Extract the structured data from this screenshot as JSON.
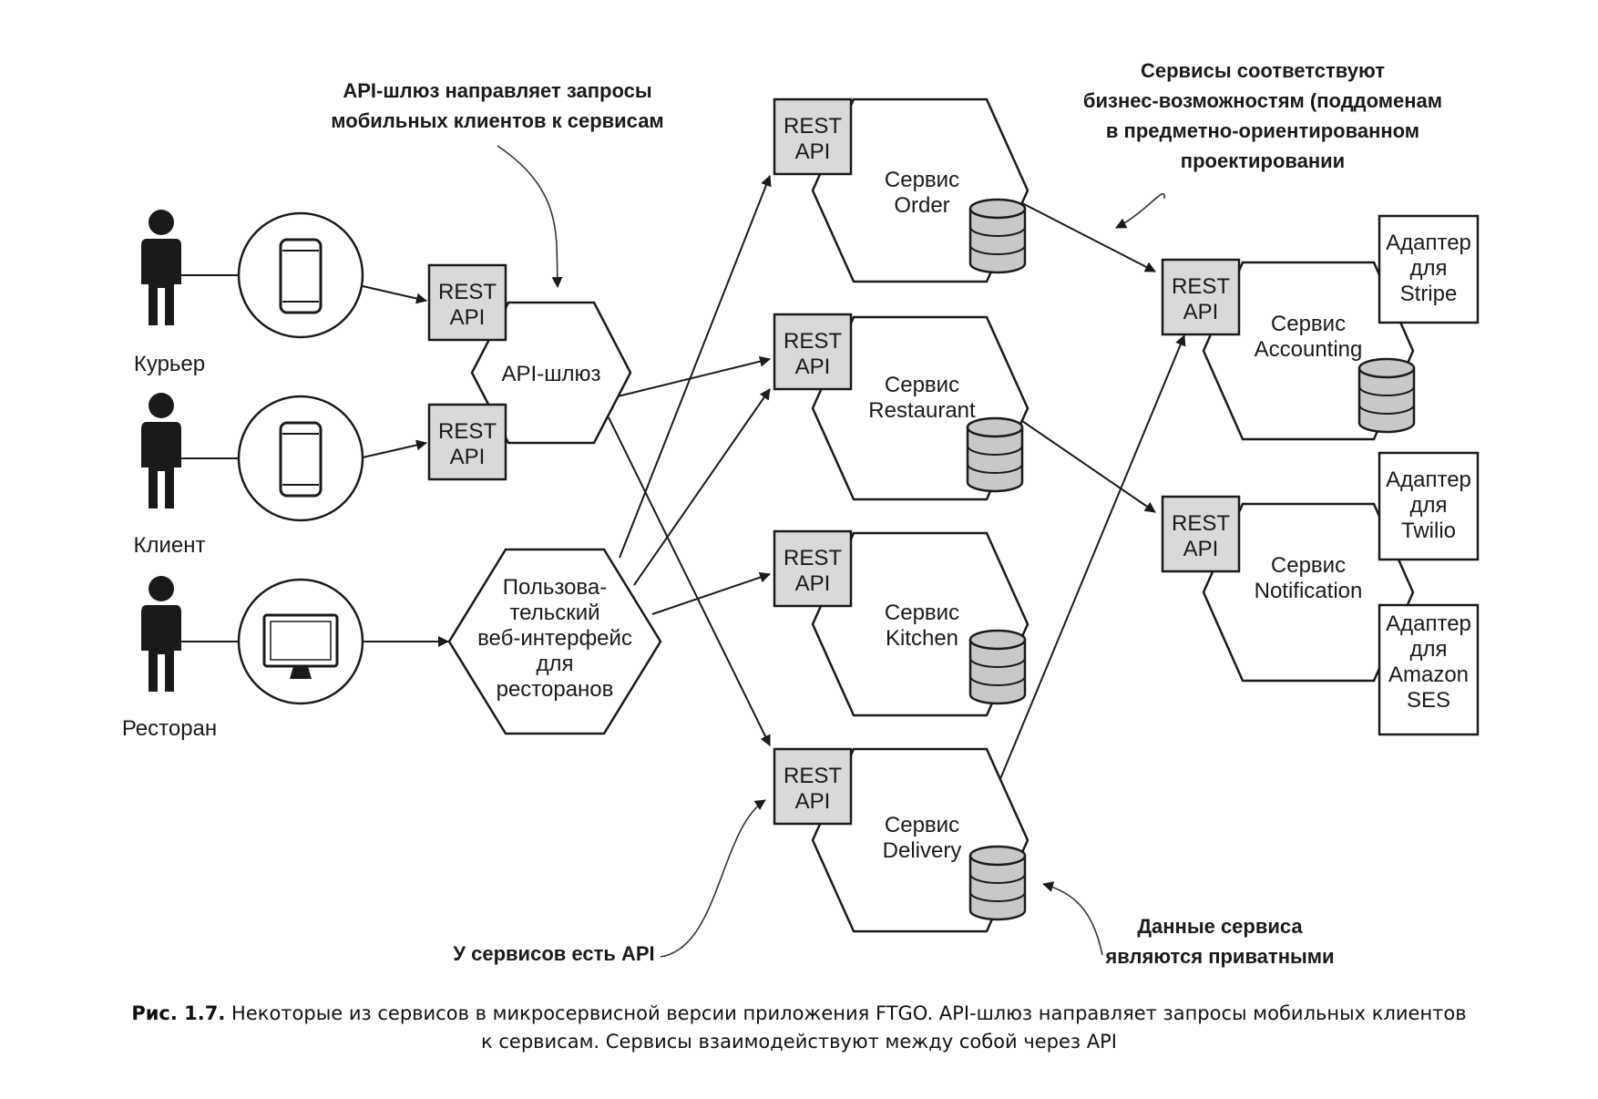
{
  "notes": {
    "gateway": [
      "API-шлюз направляет запросы",
      "мобильных клиентов к сервисам"
    ],
    "services_match": [
      "Сервисы соответствуют",
      "бизнес-возможностям (поддоменам",
      "в предметно-ориентированном",
      "проектировании"
    ],
    "services_have_api": "У сервисов есть API",
    "private_data": [
      "Данные сервиса",
      "являются приватными"
    ]
  },
  "actors": {
    "courier": "Курьер",
    "client": "Клиент",
    "restaurant": "Ресторан"
  },
  "rest_api": [
    "REST",
    "API"
  ],
  "gateway_label": "API-шлюз",
  "web_ui_label": [
    "Пользова-",
    "тельский",
    "веб-интерфейс",
    "для",
    "ресторанов"
  ],
  "services": {
    "order": [
      "Сервис",
      "Order"
    ],
    "restaurant": [
      "Сервис",
      "Restaurant"
    ],
    "kitchen": [
      "Сервис",
      "Kitchen"
    ],
    "delivery": [
      "Сервис",
      "Delivery"
    ],
    "accounting": [
      "Сервис",
      "Accounting"
    ],
    "notification": [
      "Сервис",
      "Notification"
    ]
  },
  "adapters": {
    "stripe": [
      "Адаптер",
      "для",
      "Stripe"
    ],
    "twilio": [
      "Адаптер",
      "для",
      "Twilio"
    ],
    "ses": [
      "Адаптер",
      "для",
      "Amazon",
      "SES"
    ]
  },
  "caption": {
    "prefix": "Рис. 1.7.",
    "line1": "Некоторые из сервисов в микросервисной версии приложения FTGO. API-шлюз направляет запросы мобильных клиентов",
    "line2": "к сервисам. Сервисы взаимодействуют между собой через API"
  },
  "colors": {
    "box_fill": "#d9d9d9",
    "stroke": "#1a1a1a"
  }
}
